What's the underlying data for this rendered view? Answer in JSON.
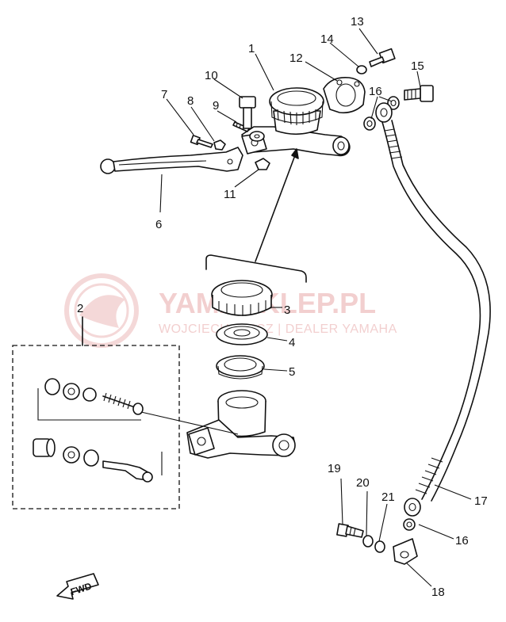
{
  "callouts": [
    {
      "number": "1"
    },
    {
      "number": "2"
    },
    {
      "number": "3"
    },
    {
      "number": "4"
    },
    {
      "number": "5"
    },
    {
      "number": "6"
    },
    {
      "number": "7"
    },
    {
      "number": "8"
    },
    {
      "number": "9"
    },
    {
      "number": "10"
    },
    {
      "number": "11"
    },
    {
      "number": "12"
    },
    {
      "number": "13"
    },
    {
      "number": "14"
    },
    {
      "number": "15"
    },
    {
      "number": "16"
    },
    {
      "number": "16"
    },
    {
      "number": "17"
    },
    {
      "number": "18"
    },
    {
      "number": "19"
    },
    {
      "number": "20"
    },
    {
      "number": "21"
    }
  ],
  "watermark": {
    "title": "YAMASKLEP.PL",
    "subtitle": "WOJCIECHOWICZ | DEALER YAMAHA",
    "color": "#e8a9a9"
  },
  "direction_arrow": {
    "label": "FWD"
  },
  "colors": {
    "line": "#111111",
    "background": "#ffffff"
  }
}
